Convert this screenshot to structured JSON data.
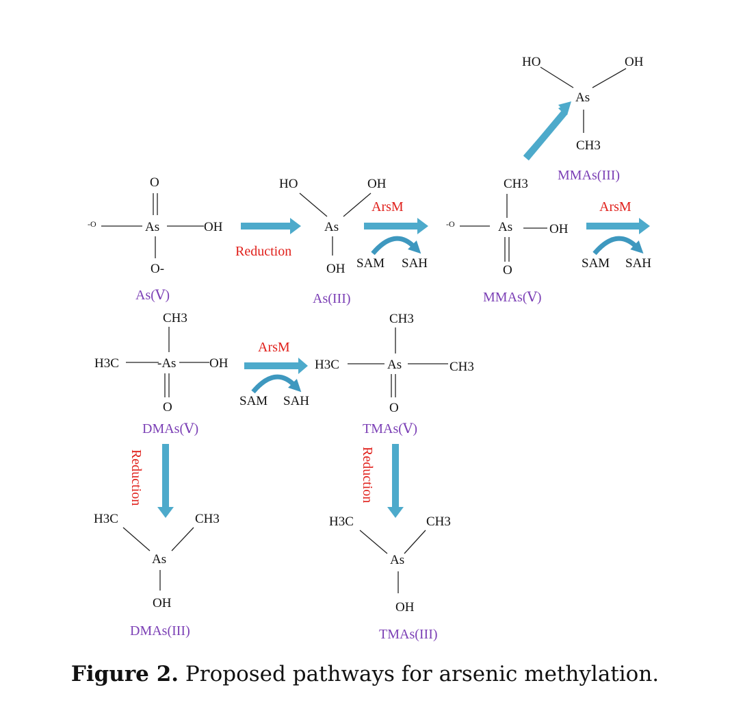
{
  "figure": {
    "label": "Figure 2.",
    "caption": "Proposed pathways for arsenic methylation."
  },
  "atoms": {
    "as": "As",
    "o": "O",
    "oh": "OH",
    "ho": "HO",
    "o_minus_left": "-O",
    "o_minus_bottom": "O-",
    "ch3_sub": "CH3",
    "ch3_plain": "CH3",
    "h3c": "H3C",
    "as_dashed": "-As"
  },
  "compounds": {
    "as_v": "As(Ⅴ)",
    "as_iii": "As(III)",
    "mmas_v": "MMAs(Ⅴ)",
    "mmas_iii": "MMAs(III)",
    "dmas_v": "DMAs(Ⅴ)",
    "dmas_iii": "DMAs(III)",
    "tmas_v": "TMAs(Ⅴ)",
    "tmas_iii": "TMAs(III)"
  },
  "reactions": {
    "reduction": "Reduction",
    "arsm": "ArsM",
    "sam": "SAM",
    "sah": "SAH"
  },
  "colors": {
    "arrow": "#4DAACB",
    "compound_label": "#7B3FB5",
    "reaction_label": "#E0201B"
  }
}
